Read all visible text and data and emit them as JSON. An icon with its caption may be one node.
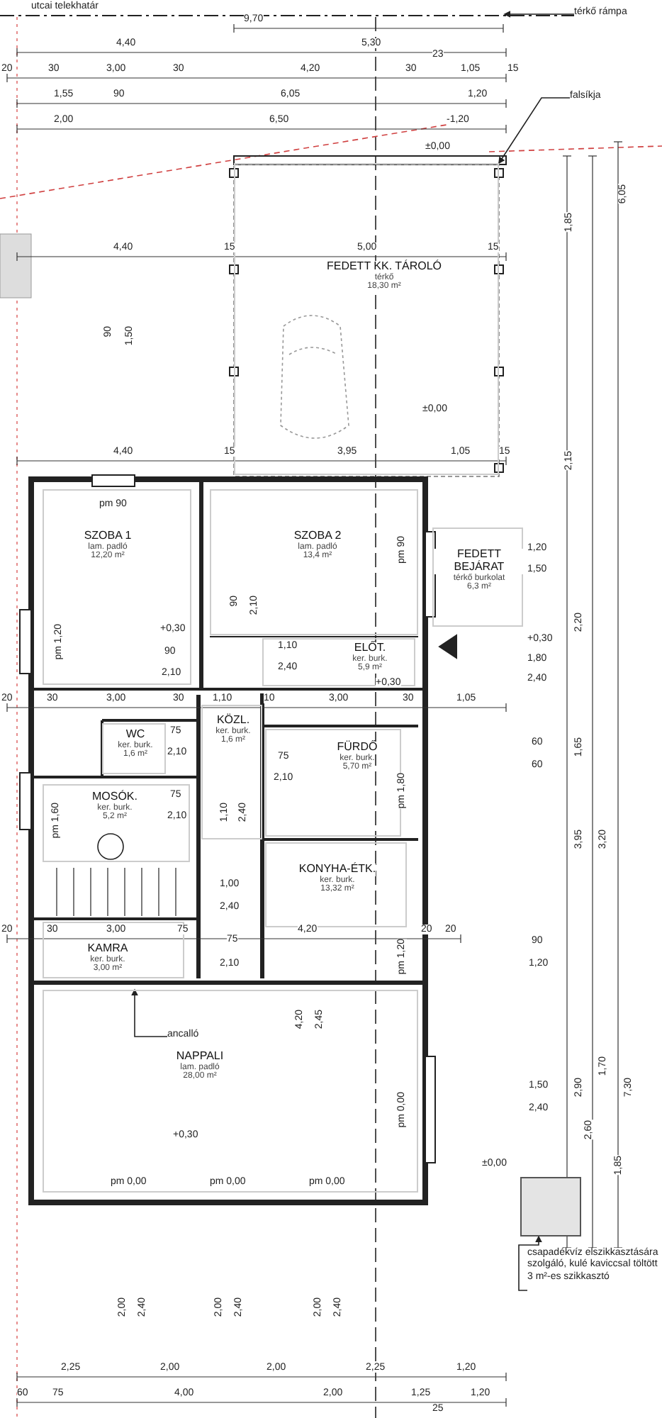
{
  "diagram": {
    "nodes": [
      {
        "text": [
          "FEDETT KK. TÁROLÓ",
          "térkő",
          "18,30 m²"
        ]
      },
      {
        "text": [
          "SZOBA 1",
          "lam. padló",
          "12,20 m²"
        ]
      },
      {
        "text": [
          "SZOBA 2",
          "lam. padló",
          "13,4 m²"
        ]
      },
      {
        "text": [
          "FEDETT BEJÁRAT",
          "térkő burkolat",
          "6,3 m²"
        ]
      },
      {
        "text": [
          "ELŐT.",
          "ker. burk.",
          "5,9 m²"
        ]
      },
      {
        "text": [
          "KÖZL.",
          "ker. burk.",
          "1,6 m²"
        ]
      },
      {
        "text": [
          "WC",
          "ker. burk.",
          "1,6 m²"
        ]
      },
      {
        "text": [
          "FÜRDŐ",
          "ker. burk.",
          "5,70 m²"
        ]
      },
      {
        "text": [
          "MOSÓK.",
          "ker. burk.",
          "5,2 m²"
        ]
      },
      {
        "text": [
          "KONYHA-ÉTK.",
          "ker. burk.",
          "13,32 m²"
        ]
      },
      {
        "text": [
          "KAMRA",
          "ker. burk.",
          "3,00 m²"
        ]
      },
      {
        "text": [
          "NAPPALI",
          "lam. padló",
          "28,00 m²"
        ]
      },
      {
        "text": [],
        "shape": "box"
      },
      {
        "text": [
          "falsíkja"
        ]
      },
      {
        "text": [
          "térkő rámpa"
        ]
      },
      {
        "text": [
          "ancalló"
        ],
        "in": 11
      },
      {
        "text": [
          "csapadékvíz elszikkasztására szolgáló, kulé kaviccsal töltött 3 m²-es szikkasztó"
        ]
      }
    ],
    "edges": [
      {
        "from": 13,
        "to": 0,
        "arrow": "to"
      },
      {
        "from": 14,
        "to": null,
        "arrow": "to"
      },
      {
        "from": 15,
        "to": 11,
        "arrow": "to"
      },
      {
        "from": 16,
        "to": 12,
        "arrow": "to"
      }
    ],
    "labels": [
      "utcai telekhatár",
      "9,70",
      "4,40",
      "5,30",
      "20",
      "30",
      "3,00",
      "30",
      "4,20",
      "30",
      "23",
      "1,05",
      "15",
      "1,55",
      "90",
      "6,05",
      "1,20",
      "2,00",
      "6,50",
      "-1,20",
      "±0,00",
      "4,40",
      "15",
      "5,00",
      "15",
      "90",
      "1,50",
      "±0,00",
      "4,40",
      "15",
      "3,95",
      "1,05",
      "15",
      "pm 90",
      "+0,30",
      "90",
      "2,10",
      "pm 1,20",
      "90",
      "2,10",
      "pm 90",
      "1,20",
      "1,50",
      "+0,30",
      "1,80",
      "2,40",
      "1,10",
      "2,40",
      "+0,30",
      "20",
      "30",
      "3,00",
      "30",
      "1,10",
      "10",
      "3,00",
      "30",
      "1,05",
      "75",
      "2,10",
      "75",
      "2,10",
      "pm 1,80",
      "60",
      "60",
      "pm 1,60",
      "75",
      "2,10",
      "1,10",
      "2,40",
      "1,00",
      "2,40",
      "20",
      "30",
      "3,00",
      "75",
      "75",
      "2,10",
      "4,20",
      "20",
      "20",
      "pm 1,20",
      "90",
      "1,20",
      "4,20",
      "2,45",
      "pm 0,00",
      "1,50",
      "2,40",
      "+0,30",
      "pm 0,00",
      "pm 0,00",
      "pm 0,00",
      "±0,00",
      "2,00",
      "2,40",
      "2,00",
      "2,40",
      "2,00",
      "2,40",
      "2,25",
      "2,00",
      "2,00",
      "2,25",
      "1,20",
      "60",
      "75",
      "4,00",
      "2,00",
      "1,25",
      "1,20",
      "25",
      "3,95",
      "3,20",
      "2,90",
      "1,70",
      "7,30",
      "2,60",
      "1,85",
      "1,85",
      "6,05",
      "2,15",
      "2,20",
      "1,65"
    ]
  }
}
